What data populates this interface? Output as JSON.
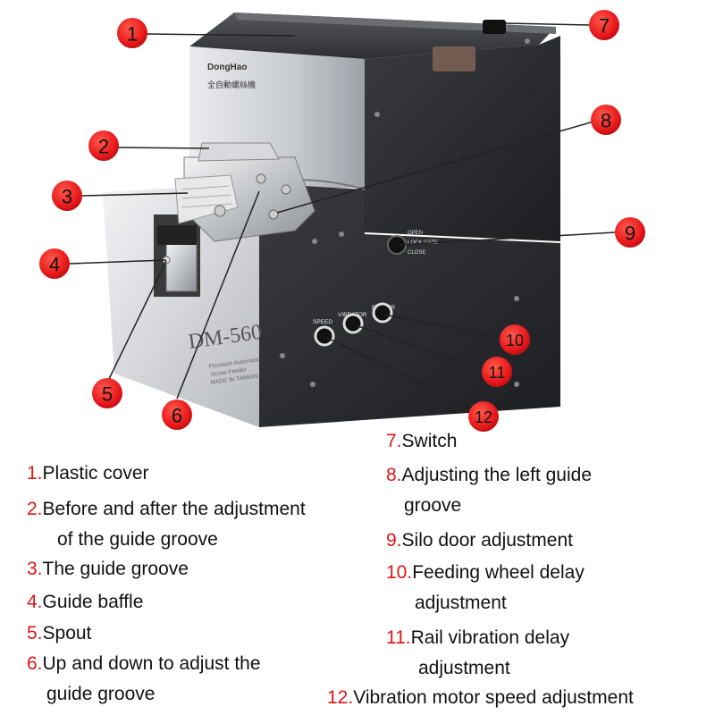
{
  "product": {
    "brand": "DongHao",
    "chinese_name": "全自動螺絲機",
    "model": "DM-560",
    "subtitle_lines": [
      "Precision Automatic",
      "Screw Feeder",
      "MADE IN TAIWAN"
    ]
  },
  "panel_labels": {
    "open": "OPEN",
    "lock_gate": "LOCK GATE",
    "close": "CLOSE",
    "speed": "SPEED",
    "vibrator": "VIBRATOR",
    "roller": "ROLLER"
  },
  "callouts": [
    "1",
    "2",
    "3",
    "4",
    "5",
    "6",
    "7",
    "8",
    "9",
    "10",
    "11",
    "12"
  ],
  "legend": [
    {
      "num": "1.",
      "lines": [
        "Plastic cover"
      ]
    },
    {
      "num": "2.",
      "lines": [
        "Before and after the adjustment",
        "of the guide groove"
      ]
    },
    {
      "num": "3.",
      "lines": [
        "The guide groove"
      ]
    },
    {
      "num": "4.",
      "lines": [
        "Guide baffle"
      ]
    },
    {
      "num": "5.",
      "lines": [
        "Spout"
      ]
    },
    {
      "num": "6.",
      "lines": [
        "Up and down to adjust the",
        "guide groove"
      ]
    },
    {
      "num": "7.",
      "lines": [
        "Switch"
      ]
    },
    {
      "num": "8.",
      "lines": [
        "Adjusting the left guide",
        "groove"
      ]
    },
    {
      "num": "9.",
      "lines": [
        "Silo door adjustment"
      ]
    },
    {
      "num": "10.",
      "lines": [
        "Feeding wheel delay",
        "adjustment"
      ]
    },
    {
      "num": "11.",
      "lines": [
        "Rail vibration delay",
        "adjustment"
      ]
    },
    {
      "num": "12.",
      "lines": [
        "Vibration motor speed adjustment"
      ]
    }
  ],
  "colors": {
    "callout_fill": "#e8191b",
    "legend_number": "#e01414",
    "housing_dark": "#2b2b2e",
    "housing_silver": "#c9ccd0"
  }
}
